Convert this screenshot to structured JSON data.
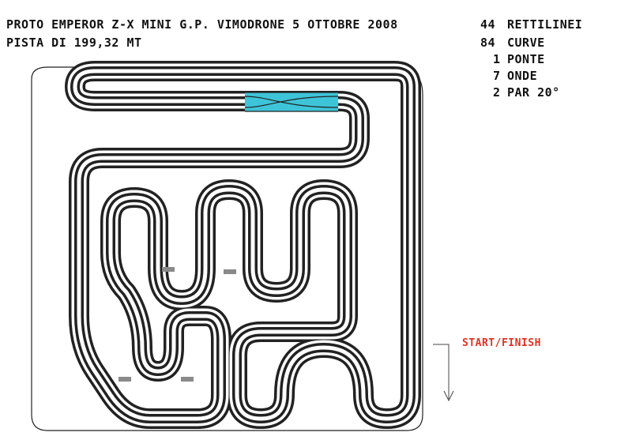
{
  "header": {
    "title": "PROTO EMPEROR Z-X MINI G.P. VIMODRONE 5 OTTOBRE 2008",
    "subtitle": "PISTA DI 199,32 MT"
  },
  "stats": [
    {
      "count": "44",
      "label": "RETTILINEI"
    },
    {
      "count": "84",
      "label": "CURVE"
    },
    {
      "count": "1",
      "label": "PONTE"
    },
    {
      "count": "7",
      "label": "ONDE"
    },
    {
      "count": "2",
      "label": "PAR 20°"
    }
  ],
  "start_finish": {
    "label": "START/FINISH",
    "color": "#e53020"
  },
  "colors": {
    "track_line": "#222222",
    "bridge_fill": "#3ec4d8",
    "wave_fill": "#8a8a8a",
    "background": "#ffffff"
  }
}
